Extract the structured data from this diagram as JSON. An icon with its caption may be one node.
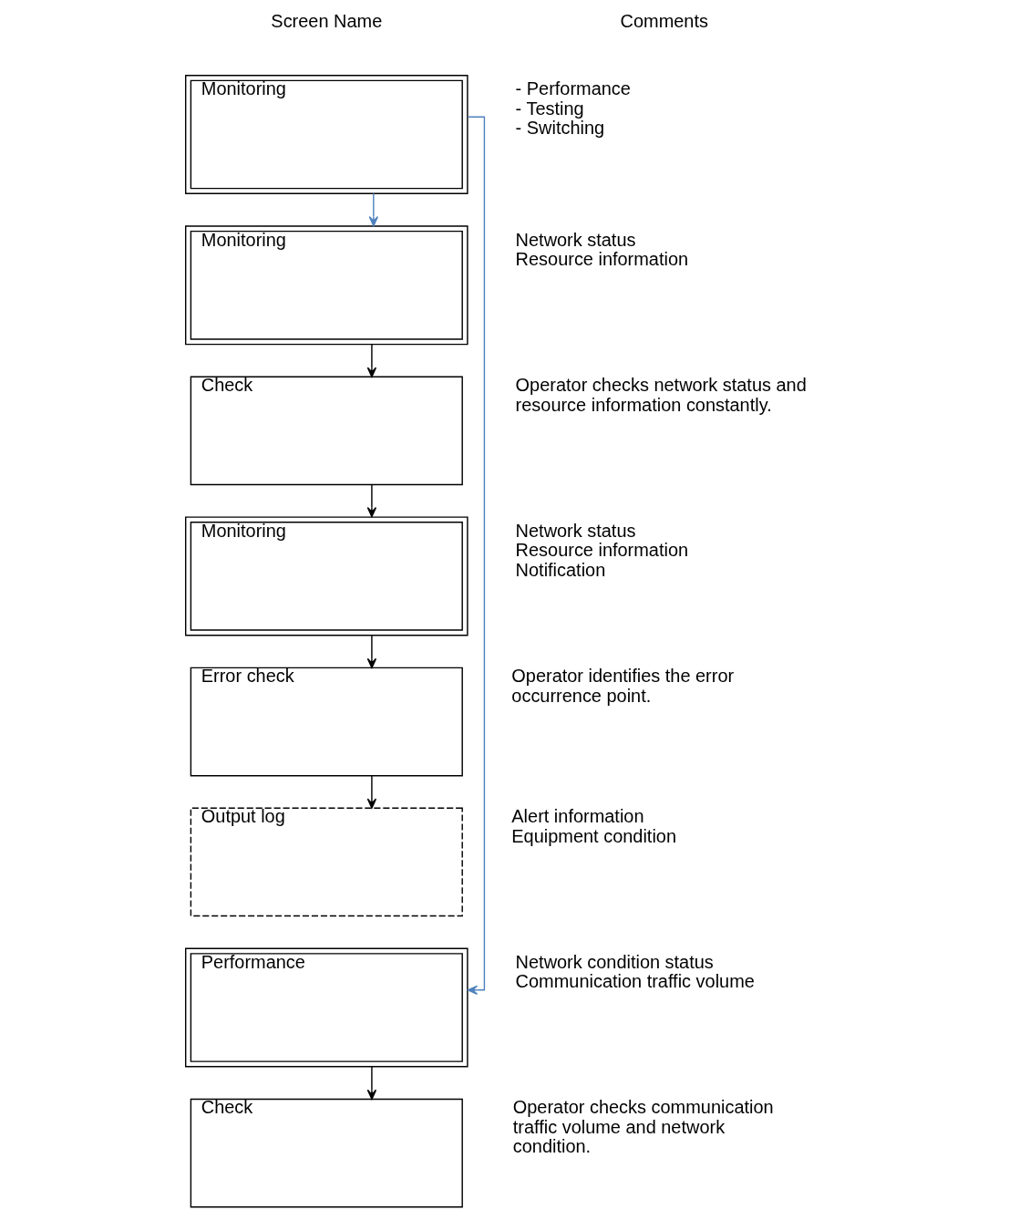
{
  "diagram": {
    "nodes": [
      {
        "text": [
          "Monitoring"
        ],
        "beside": [
          "- Performance",
          "- Testing",
          "- Switching"
        ]
      },
      {
        "text": [
          "Monitoring"
        ],
        "beside": [
          "Network status",
          "Resource information"
        ]
      },
      {
        "text": [
          "Check"
        ],
        "beside": [
          "Operator checks network status and resource information constantly."
        ]
      },
      {
        "text": [
          "Monitoring"
        ],
        "beside": [
          "Network status",
          "Resource information",
          "Notification"
        ]
      },
      {
        "text": [
          "Error check"
        ],
        "beside": [
          "Operator identifies the error occurrence point."
        ]
      },
      {
        "text": [
          "Output log"
        ],
        "beside": [
          "Alert information",
          "Equipment condition"
        ]
      },
      {
        "text": [
          "Performance"
        ],
        "beside": [
          "Network condition status",
          "Communication traffic volume"
        ]
      },
      {
        "text": [
          "Check"
        ],
        "beside": [
          "Operator checks communication traffic volume and network condition."
        ]
      }
    ],
    "edges": [
      {
        "from": 0,
        "to": 1,
        "arrow": "to",
        "color": "#4f81bd"
      },
      {
        "from": 0,
        "to": 6,
        "arrow": "to",
        "color": "#4f81bd"
      },
      {
        "from": 1,
        "to": 2,
        "arrow": "to"
      },
      {
        "from": 2,
        "to": 3,
        "arrow": "to"
      },
      {
        "from": 3,
        "to": 4,
        "arrow": "to"
      },
      {
        "from": 4,
        "to": 5,
        "arrow": "to"
      },
      {
        "from": 6,
        "to": 7,
        "arrow": "to"
      }
    ],
    "labels": [
      "Screen Name",
      "Comments"
    ]
  }
}
